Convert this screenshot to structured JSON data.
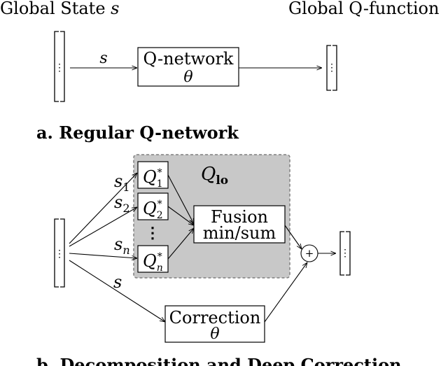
{
  "part_a": {
    "input_label": "Global State",
    "input_symbol": "s",
    "output_label": "Global Q-function",
    "arrow_label": "s",
    "network_label": "Q-network",
    "network_param": "θ",
    "caption": "a. Regular Q-network"
  },
  "part_b": {
    "group_label": "Q",
    "group_sub": "lo",
    "inputs": [
      {
        "name": "s",
        "sub": "1"
      },
      {
        "name": "s",
        "sub": "2"
      },
      {
        "name": "s",
        "sub": "n"
      }
    ],
    "correction_arrow_label": "s",
    "qboxes": [
      {
        "name": "Q",
        "sub": "1",
        "sup": "*"
      },
      {
        "name": "Q",
        "sub": "2",
        "sup": "*"
      },
      {
        "name": "Q",
        "sub": "n",
        "sup": "*"
      }
    ],
    "dots": "⋮",
    "vector_dots": "⋮",
    "fusion_line1": "Fusion",
    "fusion_line2": "min/sum",
    "plus": "+",
    "correction_label": "Correction",
    "correction_param": "θ",
    "caption": "b. Decomposition and Deep Correction"
  },
  "colors": {
    "group_fill": "#c8c8c8",
    "group_border": "#7f7f7f",
    "stroke": "#000000"
  }
}
